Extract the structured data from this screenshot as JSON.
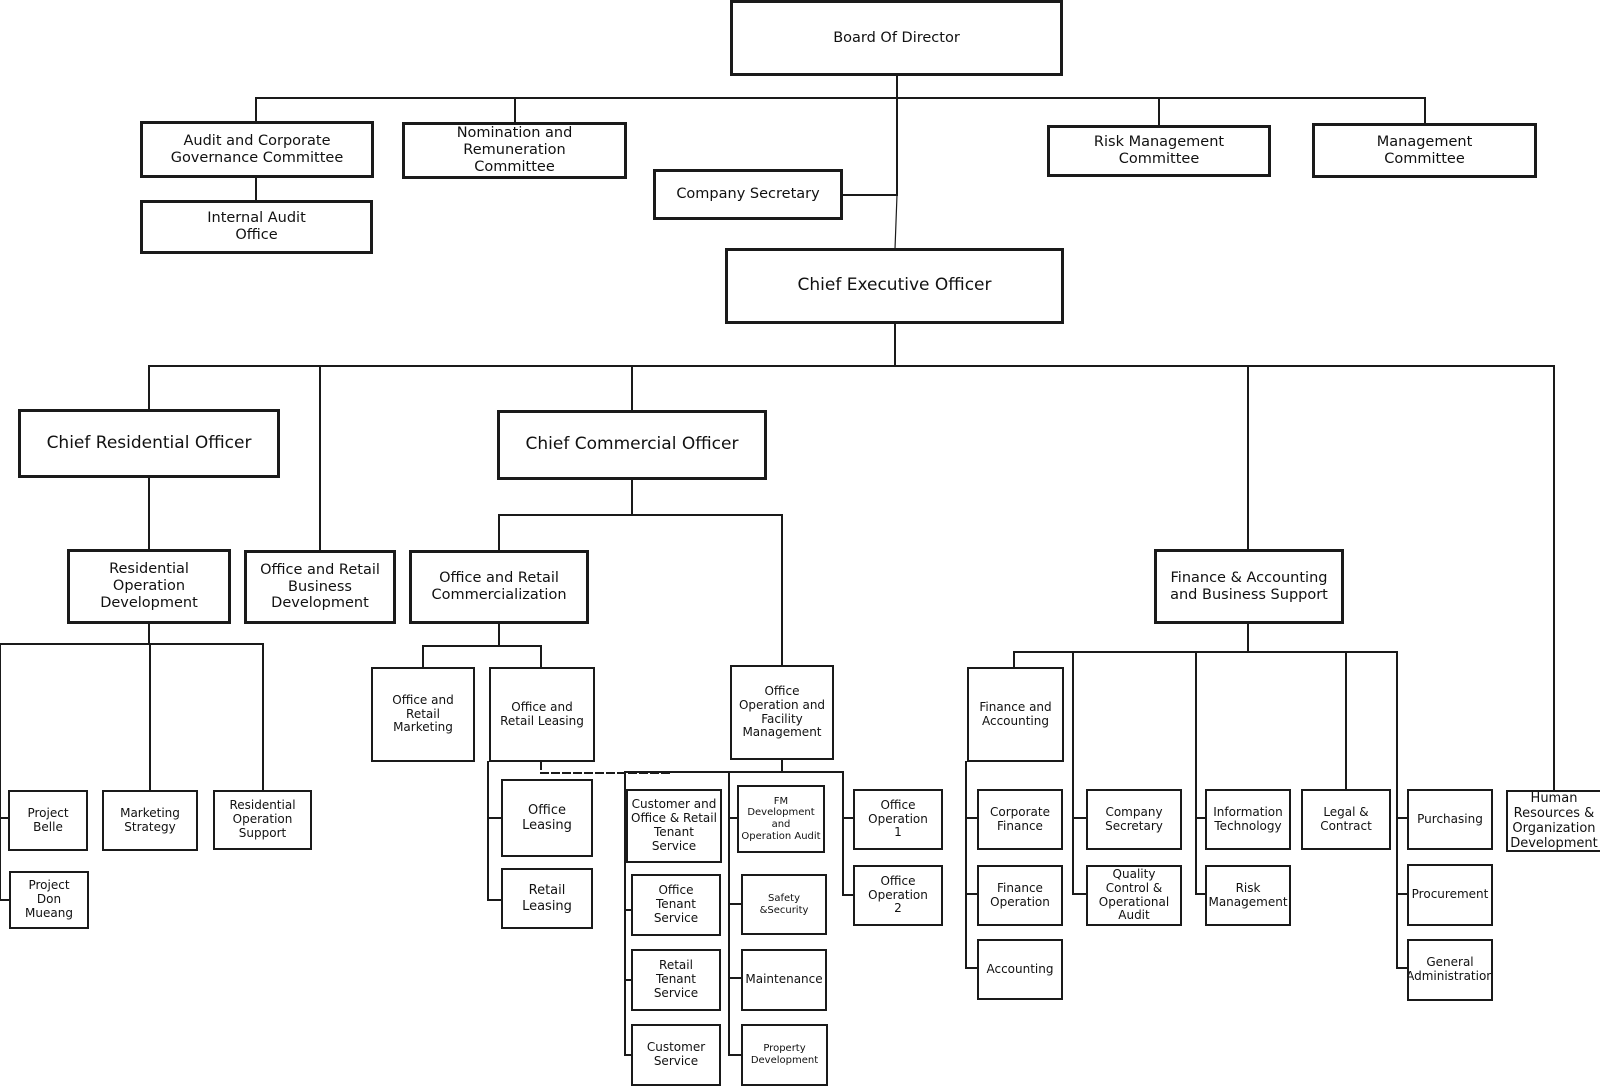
{
  "boxes": {
    "board": "Board Of Director",
    "audit_committee": "Audit and Corporate\nGovernance  Committee",
    "nomination_committee": "Nomination and Remuneration\nCommittee",
    "company_secretary": "Company Secretary",
    "risk_committee": "Risk Management\nCommittee",
    "management_committee": "Management\nCommittee",
    "internal_audit": "Internal Audit\nOffice",
    "ceo": "Chief Executive Officer",
    "cro": "Chief Residential Officer",
    "cco": "Chief Commercial Officer",
    "res_op_dev": "Residential\nOperation\nDevelopment",
    "or_business_dev": "Office and Retail\nBusiness\nDevelopment",
    "or_commercialization": "Office and Retail\nCommercialization",
    "finance_support": "Finance & Accounting\nand Business Support",
    "hr_org_dev": "Human\nResources &\nOrganization\nDevelopment",
    "project_belle": "Project\nBelle",
    "project_don_mueang": "Project\nDon Mueang",
    "marketing_strategy": "Marketing\nStrategy",
    "residential_op_support": "Residential\nOperation\nSupport",
    "or_marketing": "Office and\nRetail\nMarketing",
    "or_leasing": "Office and\nRetail Leasing",
    "office_leasing": "Office\nLeasing",
    "retail_leasing": "Retail\nLeasing",
    "office_op_facility": "Office\nOperation and\nFacility\nManagement",
    "customer_tenant_service": "Customer and\nOffice & Retail\nTenant\nService",
    "office_tenant_service": "Office\nTenant Service",
    "retail_tenant_service": "Retail\nTenant Service",
    "customer_service": "Customer\nService",
    "fm_dev_audit": "FM Development\nand\nOperation Audit",
    "safety_security": "Safety &Security",
    "maintenance": "Maintenance",
    "property_development": "Property\nDevelopment",
    "office_operation_1": "Office\nOperation\n1",
    "office_operation_2": "Office\nOperation\n2",
    "finance_accounting": "Finance and\nAccounting",
    "corporate_finance": "Corporate\nFinance",
    "finance_operation": "Finance\nOperation",
    "accounting": "Accounting",
    "company_secretary_2": "Company\nSecretary",
    "quality_control": "Quality\nControl  &\nOperational\nAudit",
    "information_technology": "Information\nTechnology",
    "risk_management": "Risk\nManagement",
    "legal_contract": "Legal &\nContract",
    "purchasing": "Purchasing",
    "procurement": "Procurement",
    "general_administration": "General\nAdministration"
  }
}
